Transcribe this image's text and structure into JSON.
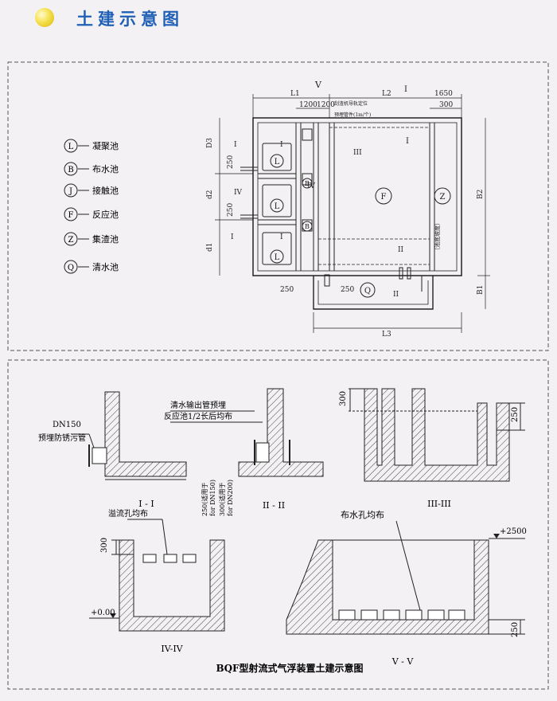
{
  "header": {
    "title": "土建示意图",
    "accent_color": "#1f5fb5",
    "logo_icon": "yellow-circle-icon"
  },
  "plan": {
    "legend": [
      {
        "symbol": "L",
        "label": "凝聚池"
      },
      {
        "symbol": "B",
        "label": "布水池"
      },
      {
        "symbol": "J",
        "label": "接触池"
      },
      {
        "symbol": "F",
        "label": "反应池"
      },
      {
        "symbol": "Z",
        "label": "集渣池"
      },
      {
        "symbol": "Q",
        "label": "清水池"
      }
    ],
    "dims": {
      "L1": "L1",
      "L2": "L2",
      "L3": "L3",
      "d1200a": "1200",
      "d1200b": "1200",
      "d1650": "1650",
      "d300": "300",
      "D3": "D3",
      "d2": "d2",
      "d1": "d1",
      "B1": "B1",
      "B2": "B2",
      "d250a": "250",
      "d250b": "250",
      "d250c": "250",
      "d250d": "250"
    },
    "notes": {
      "scraper": "刮渣机导轨定位",
      "pipe": "预埋管件(1m/个)",
      "slope": "（池底坡度）"
    },
    "section_marks": {
      "v": "V",
      "i": "I",
      "ii": "II",
      "iii": "III",
      "iv": "IV"
    },
    "pool_marks": {
      "L": "L",
      "B": "B",
      "F": "F",
      "Z": "Z",
      "Q": "Q"
    }
  },
  "sections": {
    "s1": {
      "caption": "I - I",
      "dn": "DN150",
      "note": "预埋防锈污管"
    },
    "s2": {
      "caption": "II - II",
      "note1": "清水输出管预埋",
      "note2": "反应池1/2长后均布",
      "v1": "250(适用于",
      "v1b": "for DN150)",
      "v2": "300(适用于",
      "v2b": "for DN200)"
    },
    "s3": {
      "caption": "III-III",
      "d300": "300",
      "d250": "250"
    },
    "s4": {
      "caption": "IV-IV",
      "note": "溢流孔均布",
      "d300": "300",
      "level": "+0.00"
    },
    "s5": {
      "caption": "V - V",
      "note": "布水孔均布",
      "level": "+2500",
      "d250": "250"
    },
    "footer": "BQF型射流式气浮装置土建示意图"
  }
}
